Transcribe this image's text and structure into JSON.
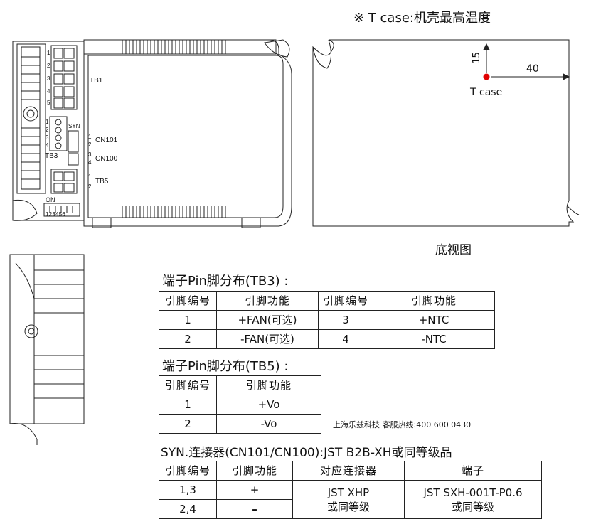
{
  "tcase_note": "※ T case:机壳最高温度",
  "bottom_view": {
    "dim_vertical": "15",
    "dim_horizontal": "40",
    "point_label": "T case",
    "caption": "底视图"
  },
  "unit_labels": {
    "tb1": "TB1",
    "tb3": "TB3",
    "tb5": "TB5",
    "syn": "SYN",
    "cn101": "CN101",
    "cn100": "CN100",
    "on": "ON",
    "tb1_pins": [
      "1",
      "2",
      "3",
      "4",
      "5"
    ],
    "tb3_pins": [
      "1",
      "2",
      "3",
      "4"
    ],
    "cn101_pins": [
      "1",
      "2"
    ],
    "cn100_pins": [
      "3",
      "4"
    ],
    "tb5_pins": [
      "1",
      "2"
    ],
    "dip_nums": "1 2 3 4 5 6"
  },
  "tb3": {
    "title": "端子Pin脚分布(TB3) :",
    "headers": [
      "引脚编号",
      "引脚功能",
      "引脚编号",
      "引脚功能"
    ],
    "rows": [
      [
        "1",
        "+FAN(可选)",
        "3",
        "+NTC"
      ],
      [
        "2",
        "-FAN(可选)",
        "4",
        "-NTC"
      ]
    ]
  },
  "tb5": {
    "title": "端子Pin脚分布(TB5) :",
    "headers": [
      "引脚编号",
      "引脚功能"
    ],
    "rows": [
      [
        "1",
        "+Vo"
      ],
      [
        "2",
        "-Vo"
      ]
    ]
  },
  "hotline": "上海乐兹科技 客服热线:400 600 0430",
  "syn": {
    "title": "SYN.连接器(CN101/CN100):JST B2B-XH或同等级品",
    "headers": [
      "引脚编号",
      "引脚功能",
      "对应连接器",
      "端子"
    ],
    "rows": [
      [
        "1,3",
        "+"
      ],
      [
        "2,4",
        "–"
      ]
    ],
    "connector": [
      "JST XHP",
      "或同等级"
    ],
    "terminal": [
      "JST SXH-001T-P0.6",
      "或同等级"
    ]
  }
}
